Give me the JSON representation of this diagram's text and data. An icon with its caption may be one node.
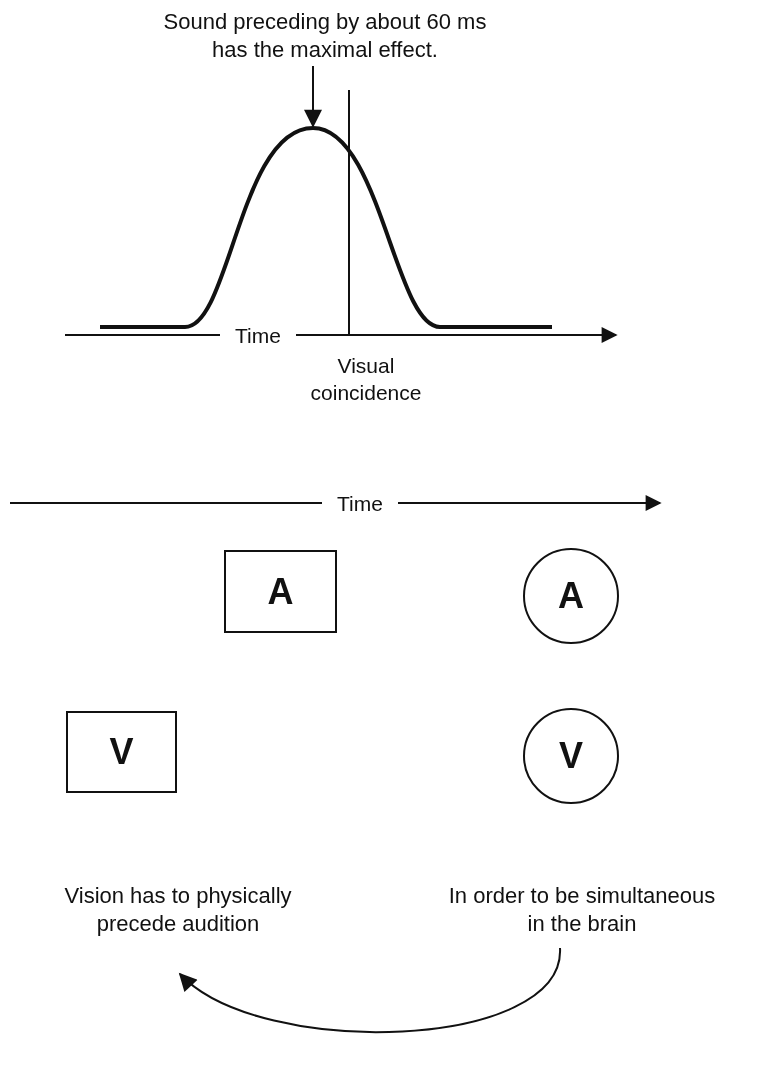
{
  "diagram": {
    "nodes": [
      {
        "text": [
          "Sound preceding by about 60 ms has the maximal effect."
        ]
      },
      {
        "text": [],
        "shape": "curve"
      },
      {
        "text": [
          "A"
        ]
      },
      {
        "text": [
          "A"
        ]
      },
      {
        "text": [
          "V"
        ]
      },
      {
        "text": [
          "V"
        ]
      },
      {
        "text": [
          "Vision has to physically precede audition"
        ]
      },
      {
        "text": [
          "In order to be simultaneous in the brain"
        ]
      }
    ],
    "edges": [
      {
        "from": 0,
        "to": 1,
        "arrow": "to"
      },
      {
        "from": 7,
        "to": 6,
        "arrow": "to"
      }
    ],
    "labels": [
      "Time",
      "Visual coincidence",
      "Time"
    ]
  }
}
